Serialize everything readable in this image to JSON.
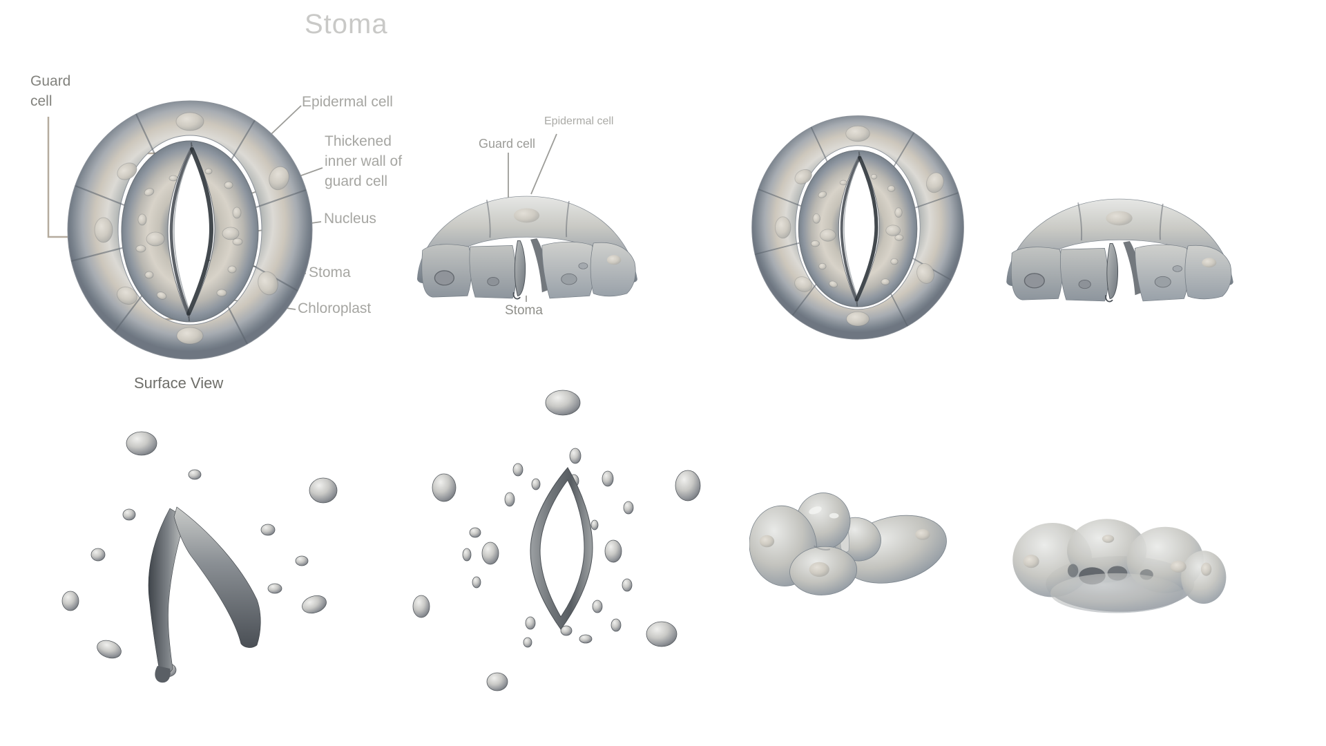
{
  "title": "Stoma",
  "colors": {
    "background": "#ffffff",
    "title": "#c9c9c7",
    "label": "#a6a6a2",
    "label_dark": "#82827d",
    "caption": "#6e6e69",
    "leader_gray": "#9c9c98",
    "leader_tan": "#b5ab9e",
    "cell_highlight": "#e9eae8",
    "cell_warm": "#cdc7bc",
    "cell_cool": "#8f9aa4",
    "cell_shadow": "#5f666d",
    "cell_edge": "#3c4248"
  },
  "surface_view": {
    "labels": {
      "guard_cell": "Guard\ncell",
      "epidermal_cell": "Epidermal cell",
      "thickened_inner_wall": "Thickened\ninner wall of\nguard cell",
      "nucleus": "Nucleus",
      "stoma": "Stoma",
      "chloroplast": "Chloroplast"
    },
    "caption": "Surface View"
  },
  "side_view": {
    "labels": {
      "epidermal_cell": "Epidermal cell",
      "guard_cell": "Guard cell",
      "stoma": "Stoma"
    }
  }
}
